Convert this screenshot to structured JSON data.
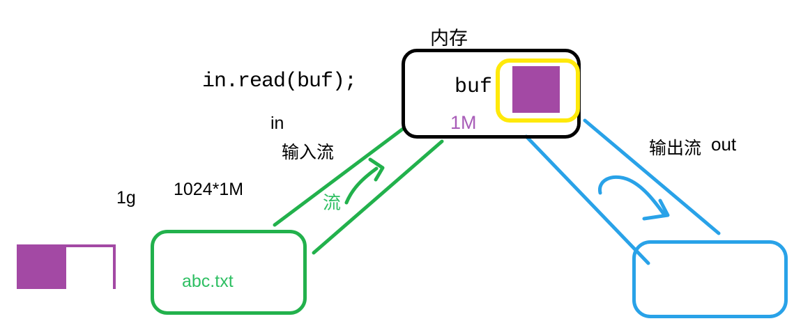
{
  "colors": {
    "black": "#000000",
    "green": "#22B14C",
    "green_text": "#2FBF63",
    "blue": "#29A2E8",
    "purple": "#A349A4",
    "purple_text": "#A85CB8",
    "yellow": "#FFE90A"
  },
  "memory": {
    "title": "内存",
    "buffer_name": "buf",
    "buffer_size": "1M"
  },
  "code": {
    "statement": "in.read(buf);"
  },
  "input_stream": {
    "variable": "in",
    "label": "输入流",
    "flow_char": "流"
  },
  "source_file": {
    "size": "1g",
    "chunks": "1024*1M",
    "name": "abc.txt"
  },
  "output_stream": {
    "label": "输出流",
    "variable": "out"
  }
}
